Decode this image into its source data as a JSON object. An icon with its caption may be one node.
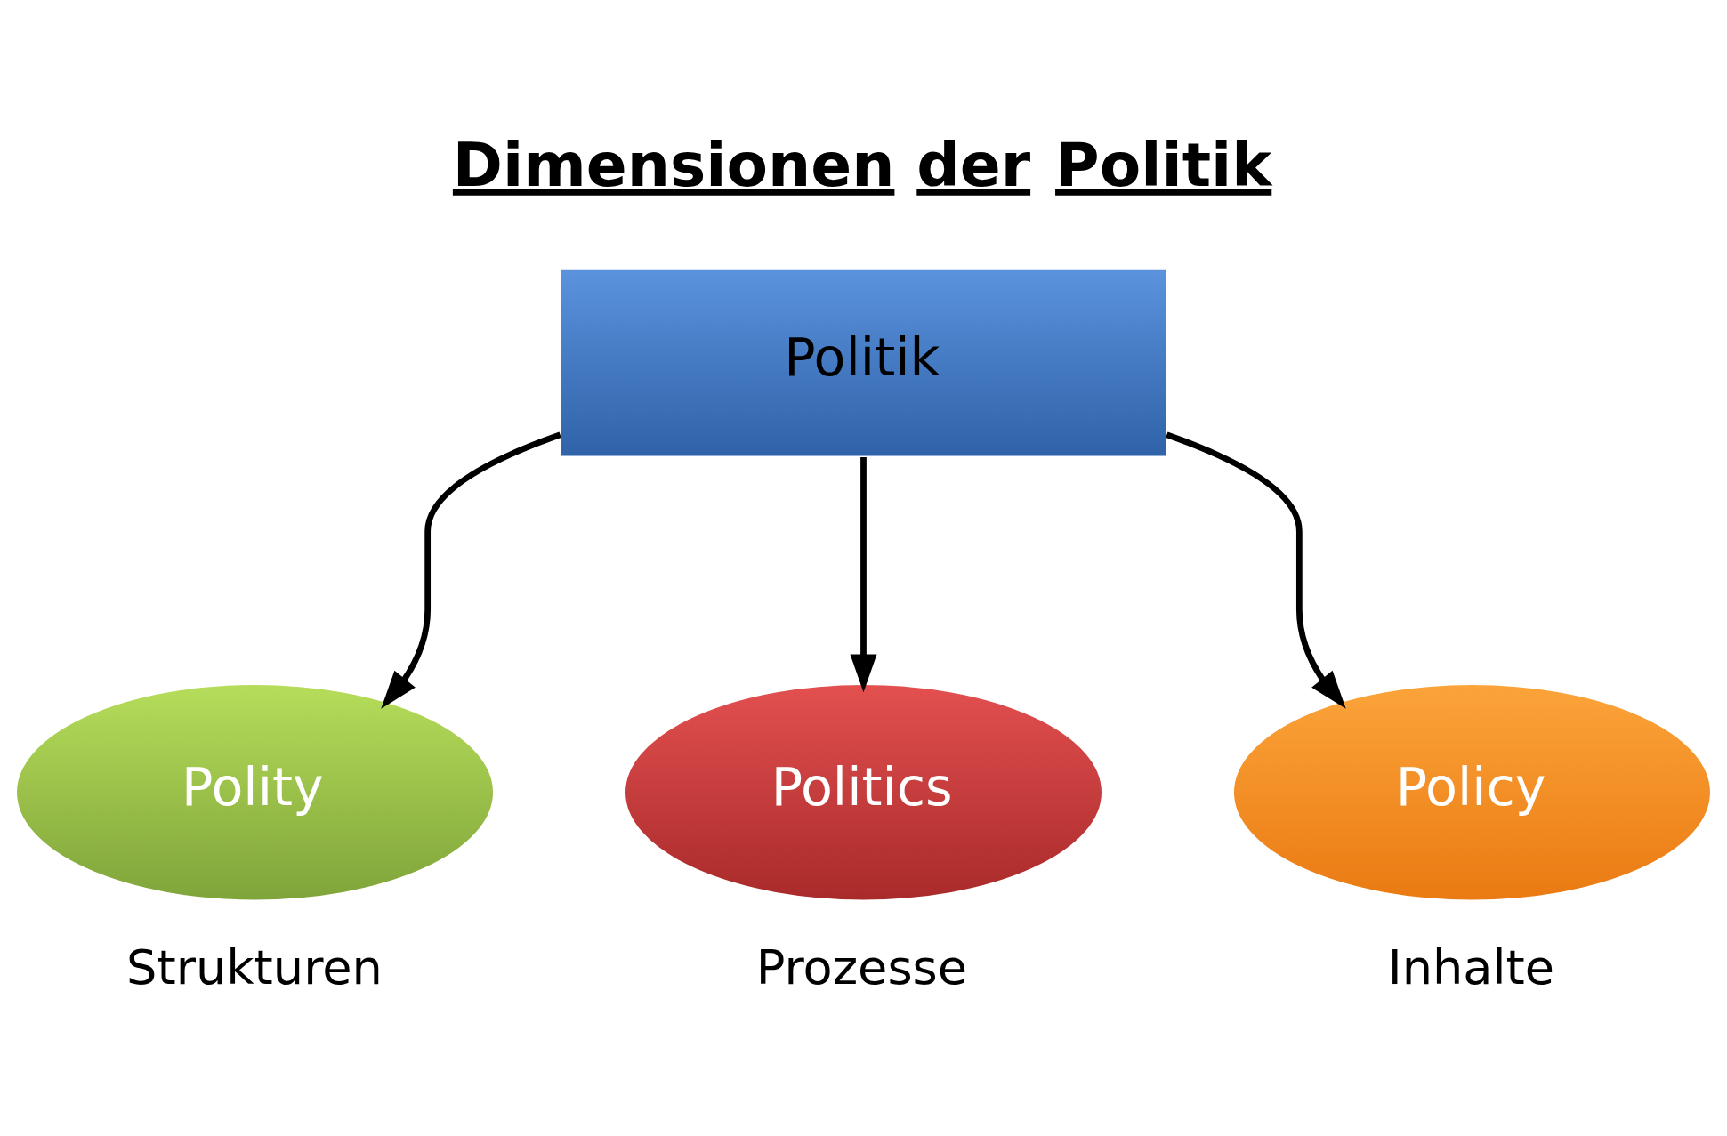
{
  "diagram": {
    "title": "Dimensionen der Politik",
    "nodes": [
      {
        "text": [
          "Politik"
        ]
      },
      {
        "text": [
          "Polity"
        ],
        "beside": [
          "Strukturen"
        ]
      },
      {
        "text": [
          "Politics"
        ],
        "beside": [
          "Prozesse"
        ]
      },
      {
        "text": [
          "Policy"
        ],
        "beside": [
          "Inhalte"
        ]
      }
    ],
    "edges": [
      {
        "from": 0,
        "to": 1,
        "arrow": "to"
      },
      {
        "from": 0,
        "to": 2,
        "arrow": "to"
      },
      {
        "from": 0,
        "to": 3,
        "arrow": "to"
      }
    ]
  }
}
